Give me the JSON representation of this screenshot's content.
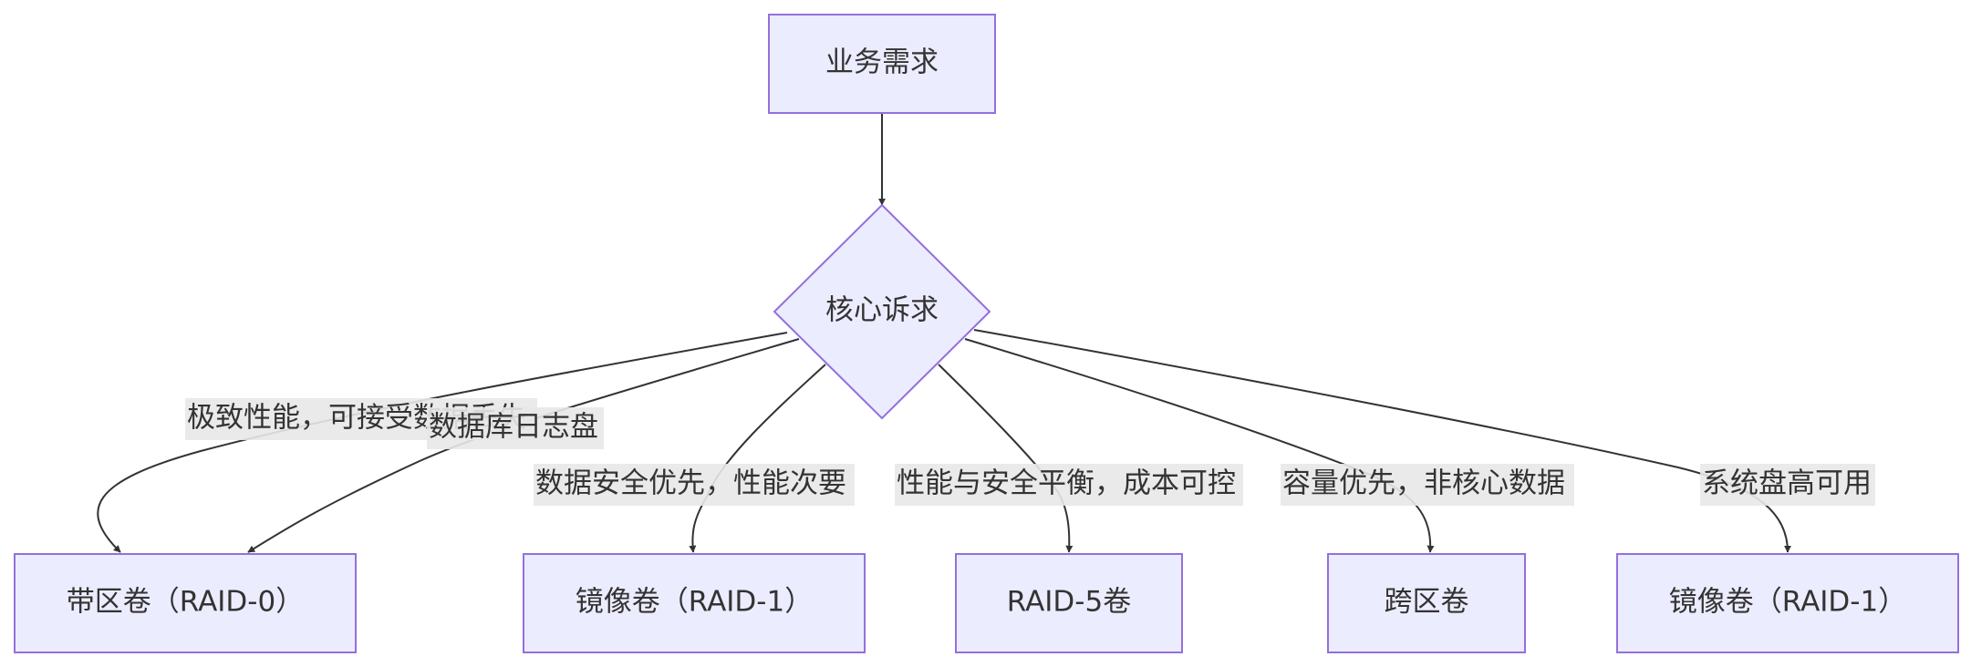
{
  "nodes": {
    "demand": {
      "label": "业务需求"
    },
    "core": {
      "label": "核心诉求"
    },
    "striped": {
      "label": "带区卷（RAID-0）"
    },
    "mirror1": {
      "label": "镜像卷（RAID-1）"
    },
    "raid5": {
      "label": "RAID-5卷"
    },
    "spanned": {
      "label": "跨区卷"
    },
    "mirror2": {
      "label": "镜像卷（RAID-1）"
    }
  },
  "edges": {
    "e1": {
      "label": "极致性能，可接受数据丢失"
    },
    "e2": {
      "label": "数据库日志盘"
    },
    "e3": {
      "label": "数据安全优先，性能次要"
    },
    "e4": {
      "label": "性能与安全平衡，成本可控"
    },
    "e5": {
      "label": "容量优先，非核心数据"
    },
    "e6": {
      "label": "系统盘高可用"
    }
  },
  "colors": {
    "node_fill": "#ececff",
    "node_stroke": "#9370db",
    "edge": "#333333",
    "label_bg": "#e8e8e8"
  }
}
